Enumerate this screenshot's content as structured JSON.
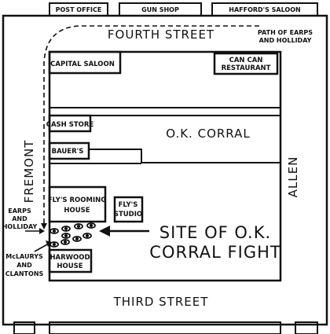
{
  "streets": {
    "fourth": "FOURTH STREET",
    "third": "THIRD STREET",
    "fremont": "FREMONT",
    "allen": "ALLEN"
  },
  "buildings": {
    "post_office": "POST OFFICE",
    "gun_shop": "GUN SHOP",
    "haffords_saloon": "HAFFORD'S SALOON",
    "capital_saloon": "CAPITAL SALOON",
    "can_can_line1": "CAN CAN",
    "can_can_line2": "RESTAURANT",
    "cash_store": "CASH STORE",
    "ok_corral": "O.K. CORRAL",
    "bauers": "BAUER'S",
    "flys_rooming_line1": "FLY'S ROOMING",
    "flys_rooming_line2": "HOUSE",
    "flys_studio_line1": "FLY'S",
    "flys_studio_line2": "STUDIO",
    "harwood_line1": "HARWOOD",
    "harwood_line2": "HOUSE"
  },
  "annotations": {
    "path_line1": "PATH OF EARPS",
    "path_line2": "AND HOLLIDAY",
    "earps_line1": "EARPS",
    "earps_line2": "AND",
    "earps_line3": "HOLLIDAY",
    "mclaurys_line1": "McLAURYS",
    "mclaurys_line2": "AND",
    "mclaurys_line3": "CLANTONS",
    "site_line1": "SITE OF O.K.",
    "site_line2": "CORRAL FIGHT"
  },
  "colors": {
    "ink": "#111111",
    "paper": "#ffffff"
  }
}
